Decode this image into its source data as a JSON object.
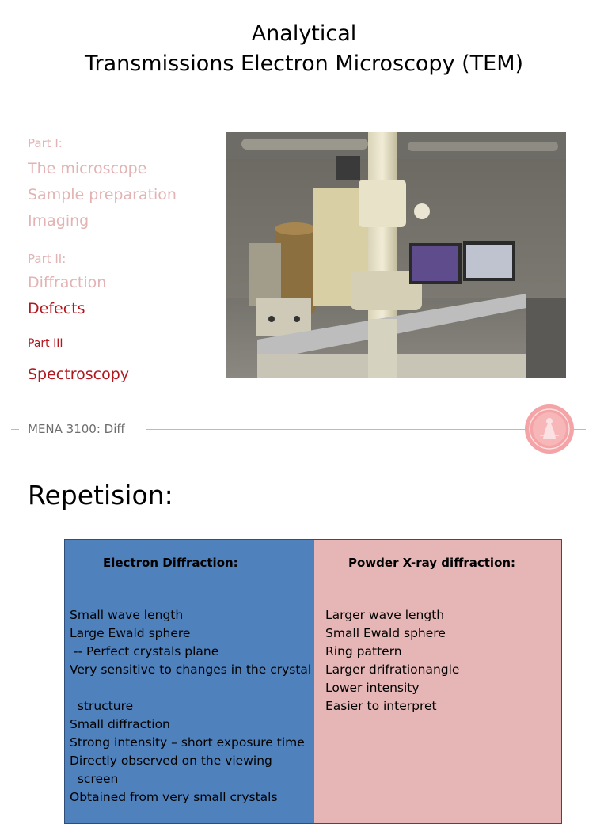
{
  "title": {
    "line1": "Analytical",
    "line2": "Transmissions Electron Microscopy (TEM)"
  },
  "toc": {
    "part1_label": "Part I:",
    "part1_items": [
      "The microscope",
      "Sample preparation",
      "Imaging"
    ],
    "part2_label": "Part II:",
    "part2_items": [
      "Diffraction",
      "Defects"
    ],
    "part3_label": "Part III",
    "part3_items": [
      "Spectroscopy"
    ]
  },
  "footer": {
    "text": "MENA 3100: Diff"
  },
  "heading": "Repetision:",
  "comparison": {
    "left": {
      "header": "Electron Diffraction:",
      "lines": [
        "Small wave length",
        "Large Ewald sphere",
        " -- Perfect crystals plane",
        "Very sensitive to changes in the crystal",
        "",
        "  structure",
        "Small diffraction",
        "Strong intensity – short exposure time",
        "Directly observed on the viewing",
        "  screen",
        "Obtained from very small crystals"
      ]
    },
    "right": {
      "header": "Powder X-ray diffraction:",
      "lines": [
        "Larger wave length",
        "Small Ewald sphere",
        "Ring pattern",
        "Larger drifrationangle",
        "Lower intensity",
        "Easier to interpret"
      ]
    }
  },
  "colors": {
    "accent_red": "#b0171f",
    "faded_red": "#e3b3b4",
    "left_column": "#4f81bd",
    "right_column": "#e6b6b6",
    "footer_line": "#a9bfd3"
  }
}
